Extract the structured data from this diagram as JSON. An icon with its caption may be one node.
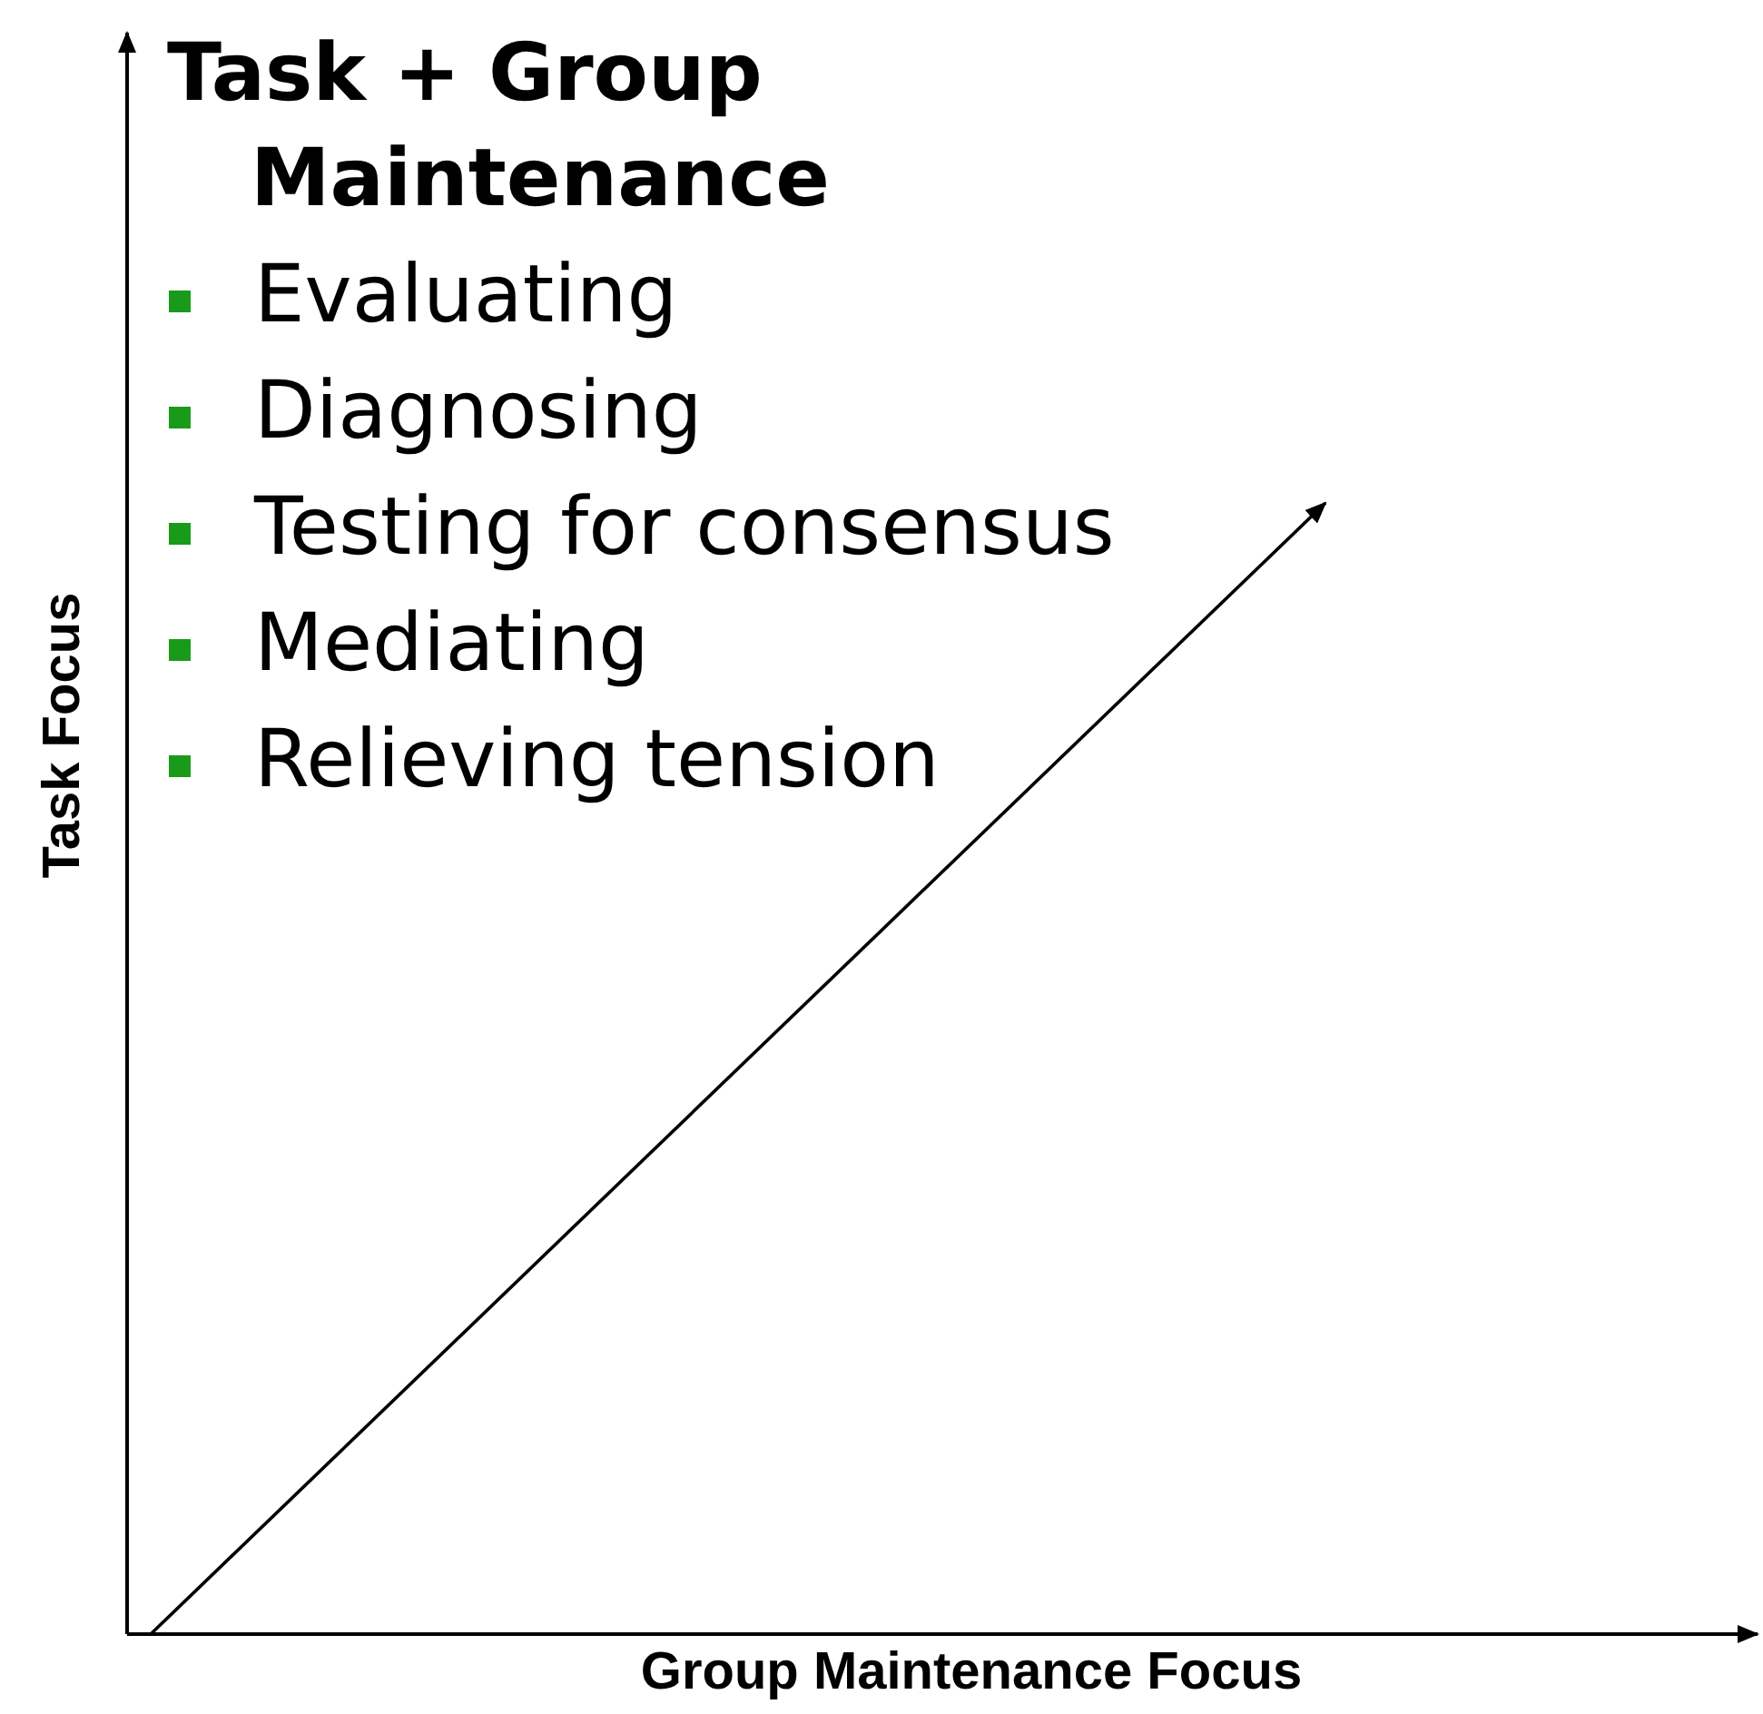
{
  "diagram": {
    "labels": [
      "Task + Group Maintenance",
      "Evaluating",
      "Diagnosing",
      "Testing for consensus",
      "Mediating",
      "Relieving tension",
      "Task Focus",
      "Group Maintenance Focus"
    ]
  }
}
